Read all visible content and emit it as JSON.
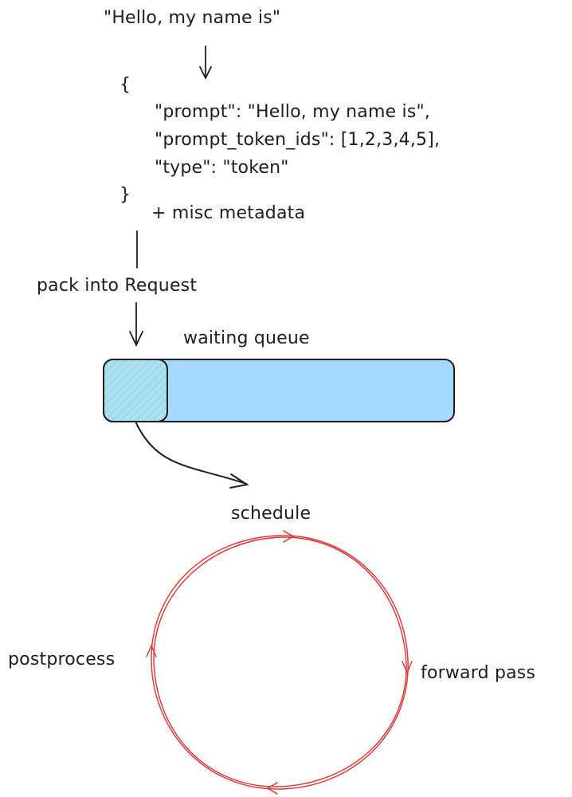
{
  "input_string": "\"Hello, my name is\"",
  "request_json": {
    "open_brace": "{",
    "lines": [
      "\"prompt\": \"Hello, my name is\",",
      "\"prompt_token_ids\": [1,2,3,4,5],",
      "\"type\": \"token\""
    ],
    "close_brace": "}"
  },
  "metadata_note": "+ misc metadata",
  "pack_label": "pack into Request",
  "queue_label": "waiting queue",
  "loop_labels": {
    "top": "schedule",
    "right": "forward pass",
    "left": "postprocess"
  },
  "colors": {
    "ink": "#1e1e1e",
    "queue_fill": "#a5d8ff",
    "queue_item_fill": "#a8d5c8",
    "loop_stroke": "#e03131"
  }
}
